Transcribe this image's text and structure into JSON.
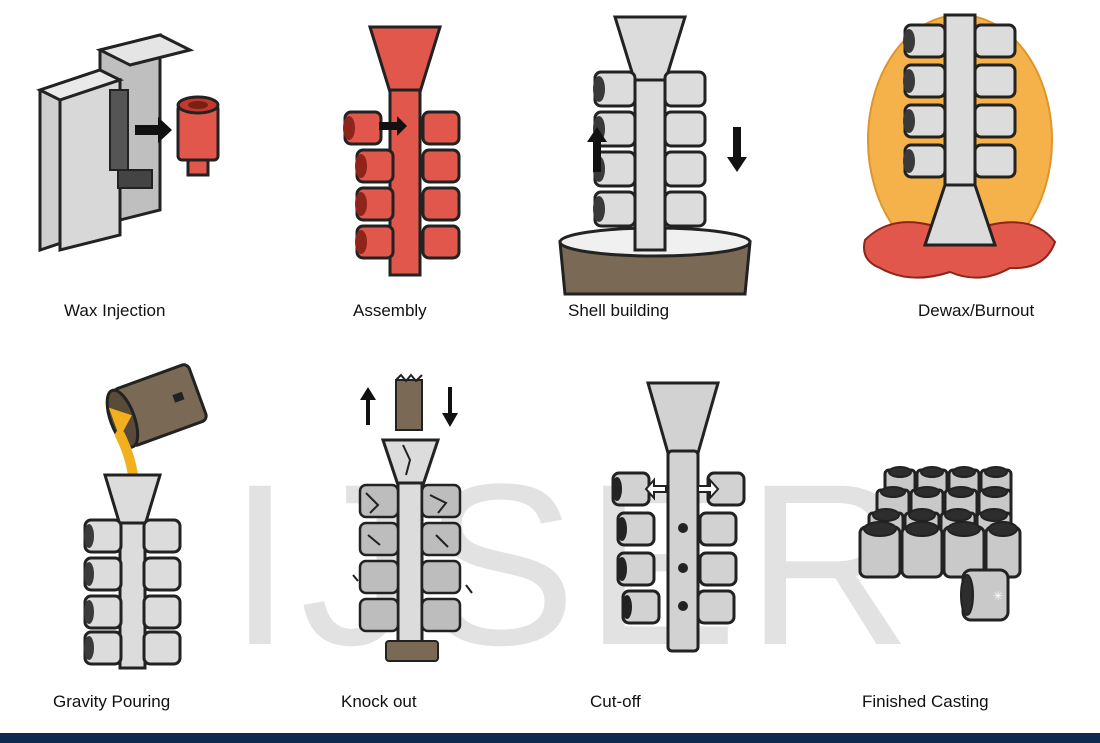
{
  "steps": [
    {
      "label": "Wax Injection"
    },
    {
      "label": "Assembly"
    },
    {
      "label": "Shell building"
    },
    {
      "label": "Dewax/Burnout"
    },
    {
      "label": "Gravity Pouring"
    },
    {
      "label": "Knock out"
    },
    {
      "label": "Cut-off"
    },
    {
      "label": "Finished Casting"
    }
  ],
  "watermark": "IJSER",
  "colors": {
    "wax": "#e2574c",
    "shell": "#dcdcdc",
    "metal": "#f2b01e",
    "furnace_glow": "#f6b24a",
    "ladle": "#7a6a55",
    "footer": "#0f2a4f"
  }
}
